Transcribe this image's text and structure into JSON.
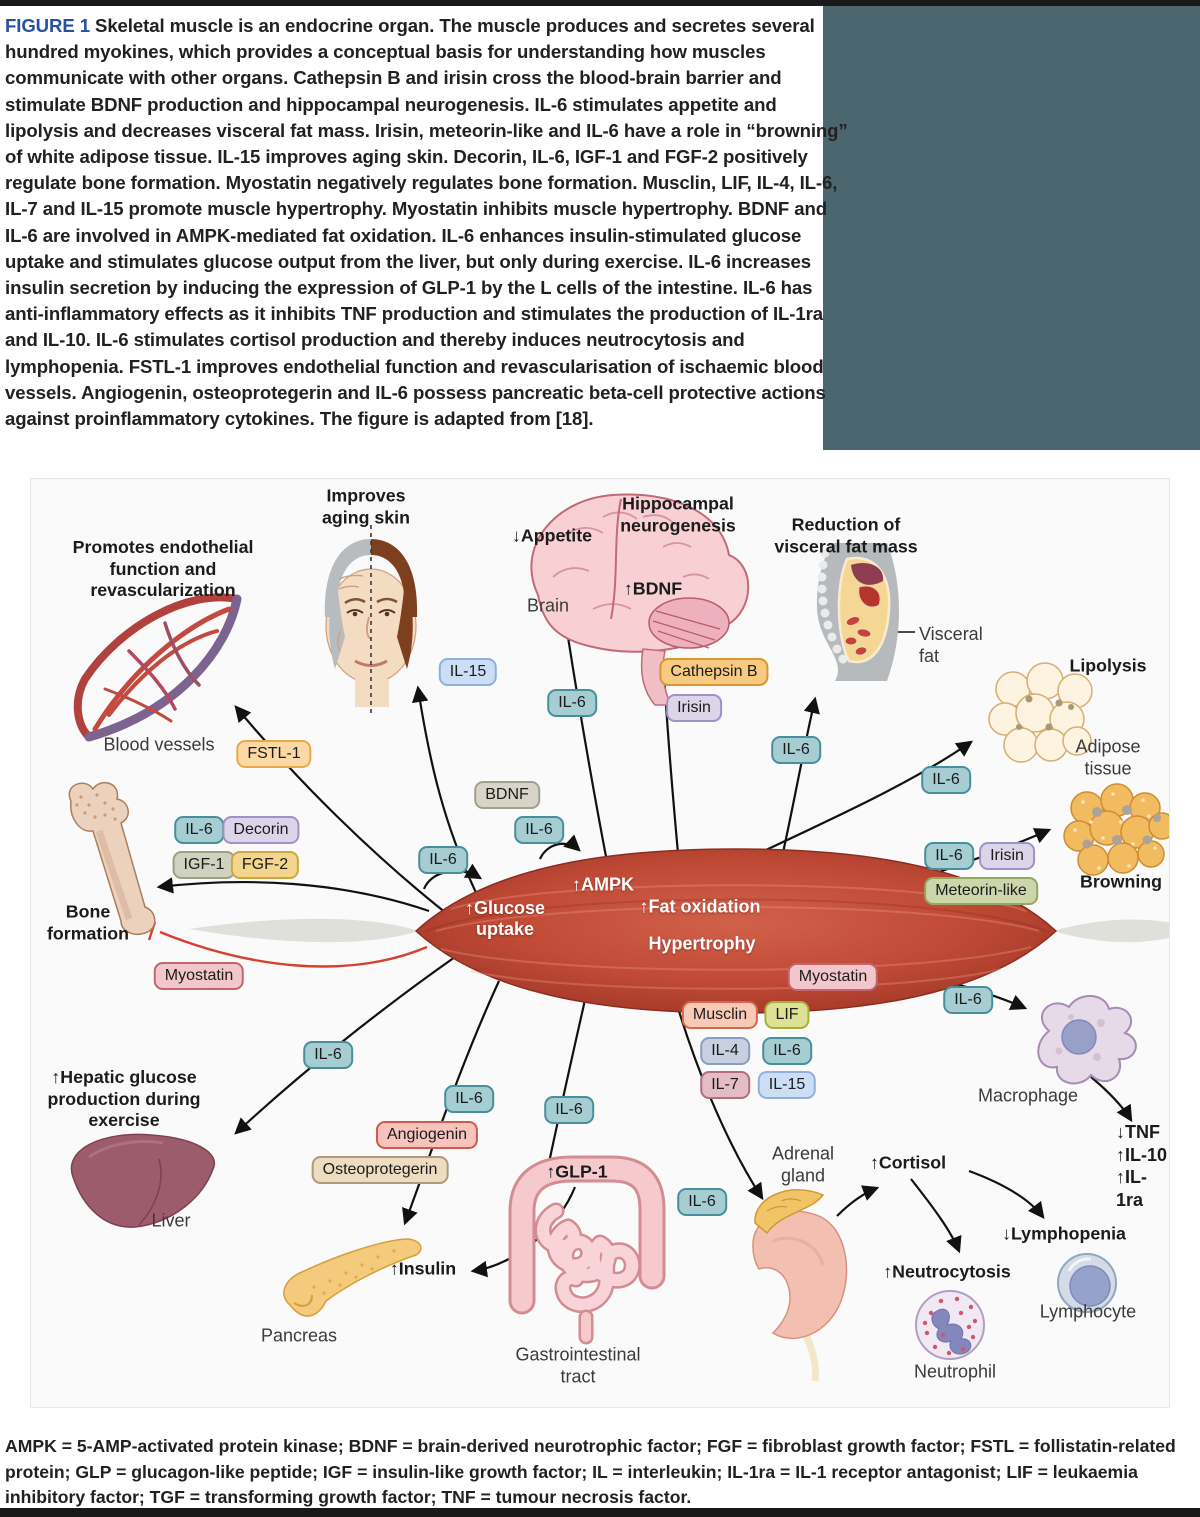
{
  "caption": {
    "label": "FIGURE 1",
    "text": " Skeletal muscle is an endocrine organ. The muscle produces and secretes several hundred myokines, which provides a conceptual basis for understanding how muscles communicate with other organs. Cathepsin B and irisin cross the blood-brain barrier and stimulate BDNF production and hippocampal neurogenesis. IL-6 stimulates appetite and lipolysis and decreases visceral fat mass. Irisin, meteorin-like and IL-6 have a role in “browning” of white adipose tissue. IL-15 improves aging skin. Decorin, IL-6, IGF-1 and FGF-2 positively regulate bone formation. Myostatin negatively regulates bone formation. Musclin, LIF, IL-4, IL-6, IL-7 and IL-15 promote muscle hypertrophy. Myostatin inhibits muscle hypertrophy. BDNF and IL-6 are involved in AMPK-mediated fat oxidation. IL-6 enhances insulin-stimulated glucose uptake and stimulates glucose output from the liver, but only during exercise. IL-6 increases insulin secretion by inducing the expression of GLP-1 by the L cells of the intestine. IL-6 has anti-inflammatory effects as it inhibits TNF production and stimulates the production of IL-1ra and IL-10. IL-6 stimulates cortisol production and thereby induces neutrocytosis and lymphopenia. FSTL-1 improves endothelial function and revascularisation of ischaemic blood vessels. Angiogenin, osteoprotegerin and IL-6 possess pancreatic beta-cell protective actions against proinflammatory cytokines. The figure is adapted from [18]."
  },
  "abbreviations": {
    "text": "AMPK = 5-AMP-activated protein kinase; BDNF = brain-derived neurotrophic factor; FGF = fibroblast growth factor; FSTL = follistatin-related protein; GLP = glucagon-like peptide; IGF = insulin-like growth factor; IL = interleukin; IL-1ra = IL-1 receptor antagonist; LIF = leukaemia inhibitory factor; TGF = transforming growth factor; TNF = tumour necrosis factor."
  },
  "diagram": {
    "muscle": {
      "ampk": "↑AMPK",
      "glucose_uptake": "↑Glucose\nuptake",
      "fat_oxidation": "↑Fat oxidation",
      "hypertrophy": "Hypertrophy"
    },
    "effects": {
      "promotes_endothelial": "Promotes endothelial\nfunction and\nrevascularization",
      "improves_aging_skin": "Improves\naging skin",
      "appetite": "↓Appetite",
      "hippocampal": "Hippocampal\nneurogenesis",
      "bdnf_up": "↑BDNF",
      "reduction_visceral": "Reduction of\nvisceral fat mass",
      "lipolysis": "Lipolysis",
      "browning": "Browning",
      "bone_formation": "Bone\nformation",
      "hepatic": "↑Hepatic glucose\nproduction during\nexercise",
      "glp1": "↑GLP-1",
      "insulin": "↑Insulin",
      "cortisol": "↑Cortisol",
      "neutrocytosis": "↑Neutrocytosis",
      "lymphopenia": "↓Lymphopenia",
      "tnf_list": "↓TNF\n↑IL-10\n↑IL-1ra"
    },
    "organs": {
      "blood_vessels": "Blood vessels",
      "brain": "Brain",
      "visceral_fat": "Visceral\nfat",
      "adipose_tissue": "Adipose\ntissue",
      "liver": "Liver",
      "pancreas": "Pancreas",
      "gi_tract": "Gastrointestinal\ntract",
      "adrenal_gland": "Adrenal\ngland",
      "macrophage": "Macrophage",
      "neutrophil": "Neutrophil",
      "lymphocyte": "Lymphocyte"
    },
    "myokines": {
      "il6": "IL-6",
      "il15": "IL-15",
      "il4": "IL-4",
      "il7": "IL-7",
      "fstl1": "FSTL-1",
      "cathepsin_b": "Cathepsin B",
      "irisin": "Irisin",
      "bdnf": "BDNF",
      "decorin": "Decorin",
      "igf1": "IGF-1",
      "fgf2": "FGF-2",
      "myostatin": "Myostatin",
      "musclin": "Musclin",
      "lif": "LIF",
      "meteorin": "Meteorin-like",
      "angiogenin": "Angiogenin",
      "osteoprotegerin": "Osteoprotegerin"
    }
  },
  "colors": {
    "slate_background": "#4c6670",
    "figure_tag_blue": "#27519f",
    "il6_pill_teal": "#a5cdd2",
    "inhibition_red": "#d5412e",
    "muscle_red": "#c04a36"
  }
}
